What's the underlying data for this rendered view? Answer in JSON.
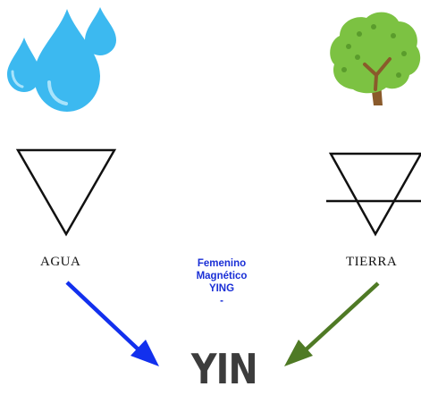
{
  "left_element": {
    "label": "AGUA",
    "icon": "water-drops-icon",
    "symbol": "water-triangle-icon"
  },
  "right_element": {
    "label": "TIERRA",
    "icon": "tree-icon",
    "symbol": "earth-triangle-icon"
  },
  "center_lines": [
    "Femenino",
    "Magnético",
    "YING",
    "-"
  ],
  "result": "YIN",
  "colors": {
    "water": "#3cb9f0",
    "left_arrow": "#1230ee",
    "right_arrow": "#4f7a25",
    "center_text": "#1a2fd6",
    "result_text": "#3c3c3c",
    "tree_canopy": "#7cc242",
    "tree_trunk": "#8a5a2b"
  }
}
